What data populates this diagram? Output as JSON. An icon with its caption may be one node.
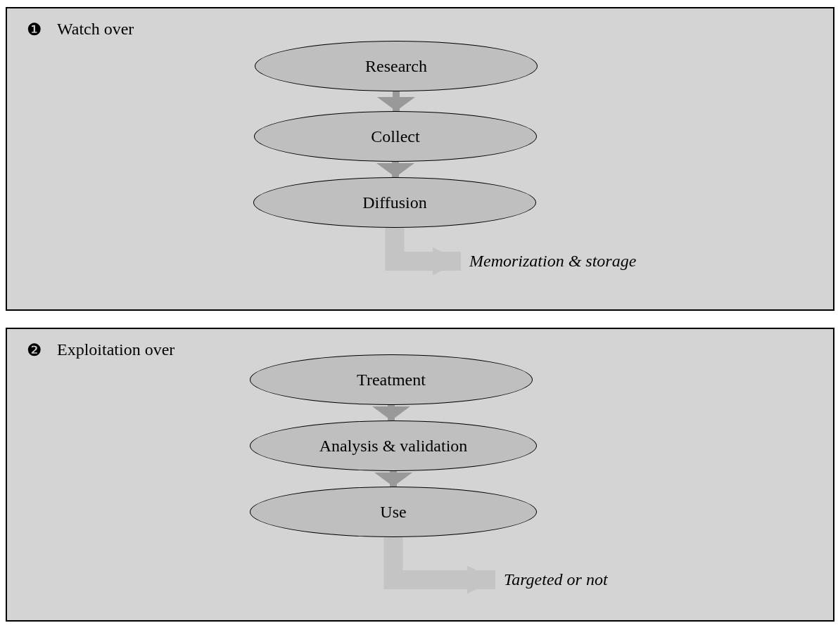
{
  "diagram": {
    "nodes": [
      {
        "text": [
          "❶",
          "Watch over"
        ]
      },
      {
        "text": [
          "Research"
        ],
        "in": 0
      },
      {
        "text": [
          "Collect"
        ],
        "in": 0
      },
      {
        "text": [
          "Diffusion"
        ],
        "in": 0
      },
      {
        "text": [
          "Memorization & storage"
        ],
        "in": 0
      },
      {
        "text": [
          "❷",
          "Exploitation over"
        ]
      },
      {
        "text": [
          "Treatment"
        ],
        "in": 5
      },
      {
        "text": [
          "Analysis & validation"
        ],
        "in": 5
      },
      {
        "text": [
          "Use"
        ],
        "in": 5
      },
      {
        "text": [
          "Targeted or not"
        ],
        "in": 5
      }
    ],
    "edges": [
      {
        "from": 1,
        "to": 2,
        "arrow": "to"
      },
      {
        "from": 2,
        "to": 3,
        "arrow": "to"
      },
      {
        "from": 3,
        "to": 4,
        "arrow": "to",
        "style": "thick",
        "color": "#c4c4c4"
      },
      {
        "from": 6,
        "to": 7,
        "arrow": "to"
      },
      {
        "from": 7,
        "to": 8,
        "arrow": "to"
      },
      {
        "from": 8,
        "to": 9,
        "arrow": "to",
        "style": "thick",
        "color": "#c4c4c4"
      }
    ]
  }
}
